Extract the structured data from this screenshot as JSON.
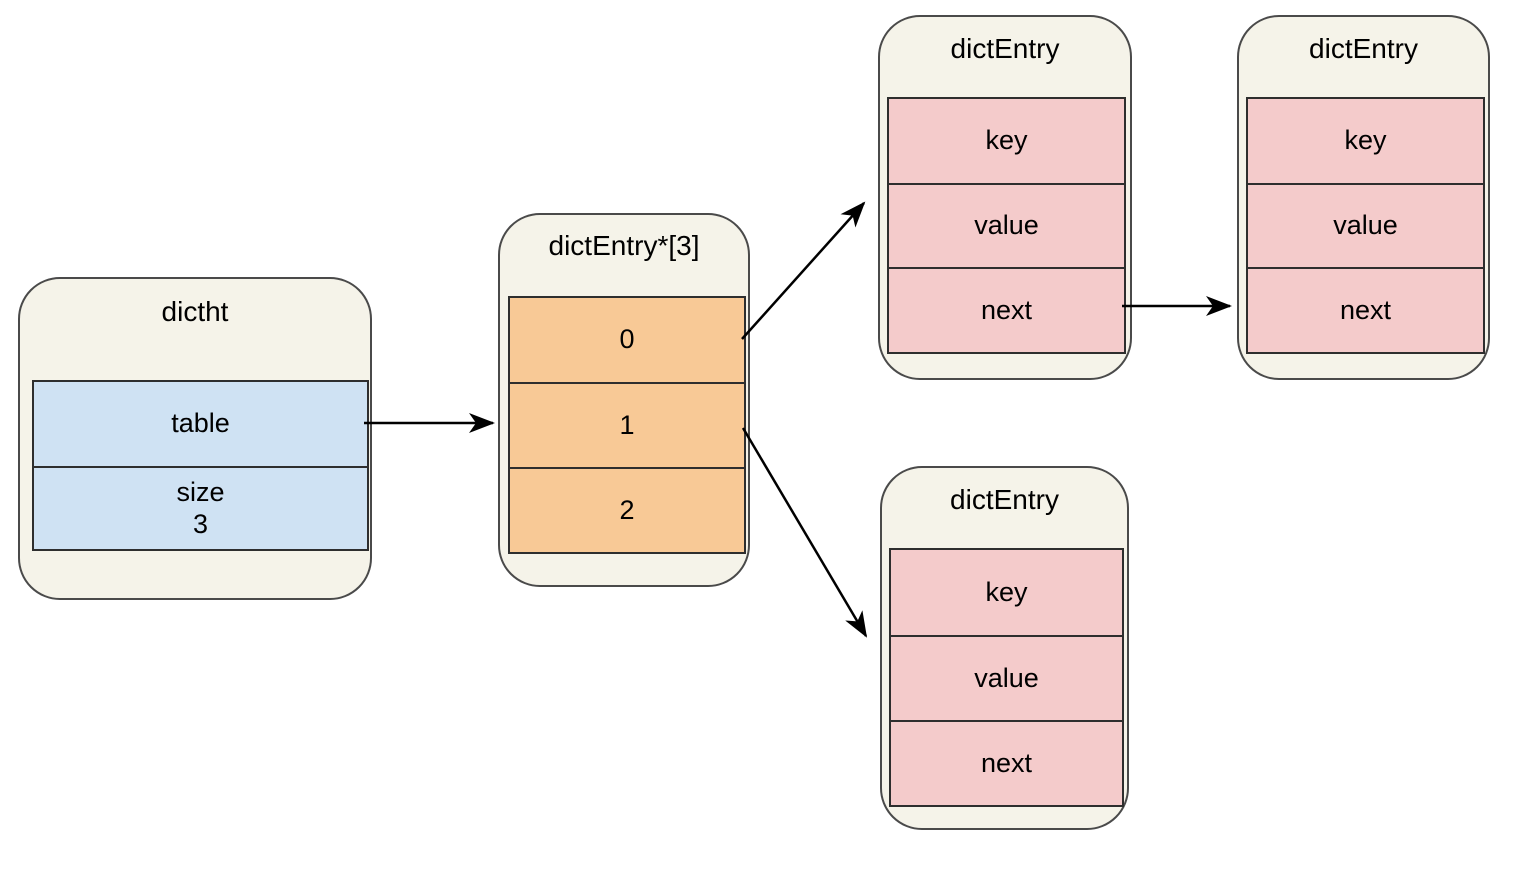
{
  "diagram": {
    "colors": {
      "canvas_bg": "#ffffff",
      "container_fill": "#f5f3e9",
      "container_border": "#4a4a4a",
      "cell_border": "#2e2e2e",
      "table_cell_fill": "#cfe2f3",
      "bucket_cell_fill": "#f8c996",
      "entry_cell_fill": "#f4cbcb",
      "arrow_color": "#000000",
      "text_color": "#000000"
    },
    "dictht": {
      "title": "dictht",
      "field_table_label": "table",
      "field_size_label": "size",
      "field_size_value": "3"
    },
    "bucket_array": {
      "title": "dictEntry*[3]",
      "slots": [
        "0",
        "1",
        "2"
      ]
    },
    "entry_top": {
      "title": "dictEntry",
      "fields": [
        "key",
        "value",
        "next"
      ]
    },
    "entry_right": {
      "title": "dictEntry",
      "fields": [
        "key",
        "value",
        "next"
      ]
    },
    "entry_bottom": {
      "title": "dictEntry",
      "fields": [
        "key",
        "value",
        "next"
      ]
    },
    "edges": [
      {
        "from": "dictht.table",
        "to": "bucket_array"
      },
      {
        "from": "bucket_array.slot_0",
        "to": "entry_top"
      },
      {
        "from": "bucket_array.slot_1",
        "to": "entry_bottom"
      },
      {
        "from": "entry_top.next",
        "to": "entry_right"
      }
    ]
  }
}
